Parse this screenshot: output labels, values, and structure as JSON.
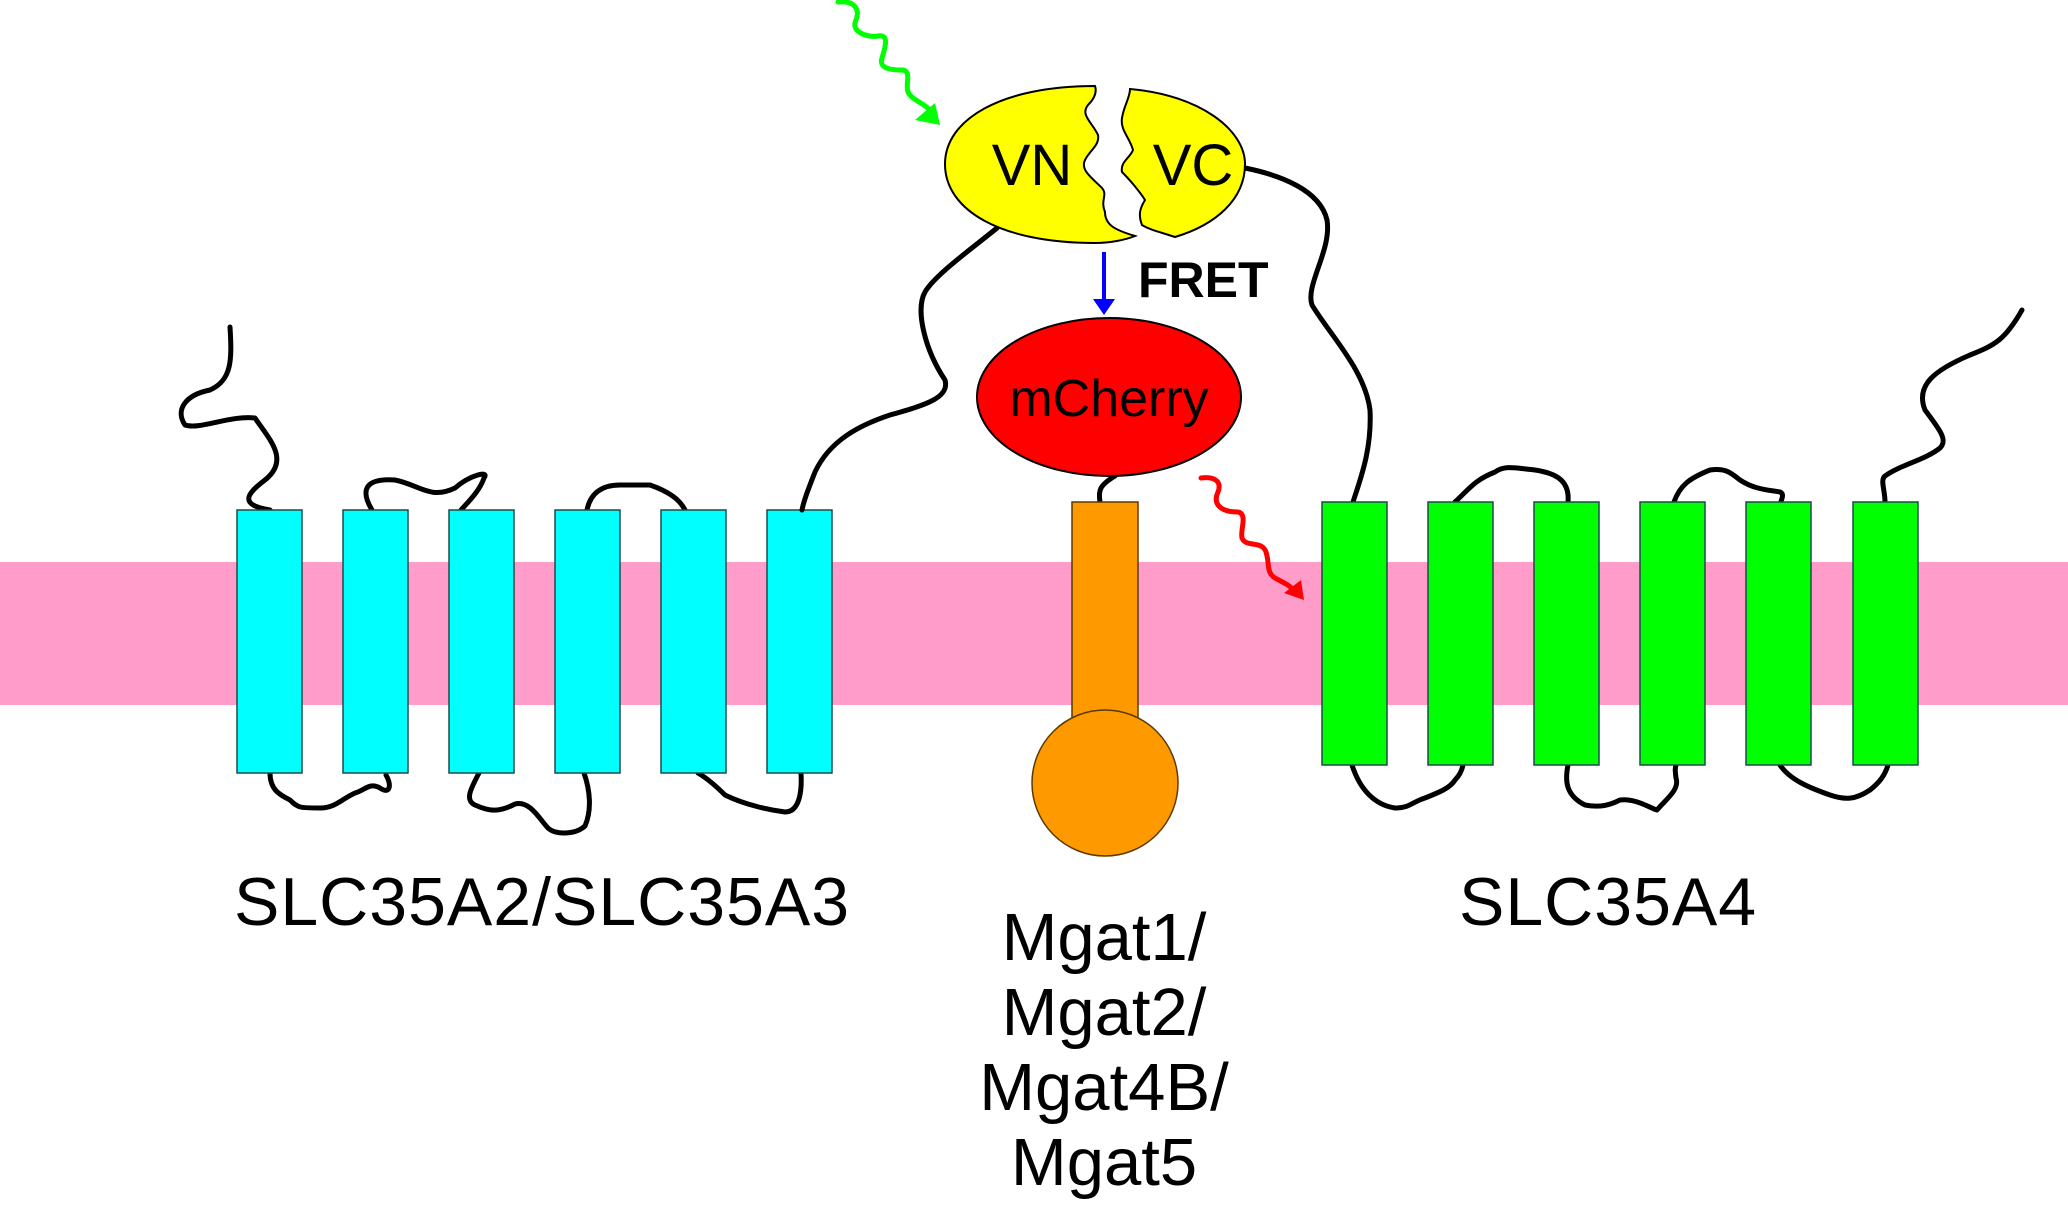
{
  "figure": {
    "type": "membrane protein interaction diagram (BiFC-FRET)",
    "membrane": {
      "color": "#ff9cc9"
    },
    "proteins": {
      "left": {
        "label": "SLC35A2/SLC35A3",
        "transmembrane_helices": 6,
        "color": "#00ffff",
        "tag": "VN"
      },
      "center": {
        "label_lines": [
          "Mgat1/",
          "Mgat2/",
          "Mgat4B/",
          "Mgat5"
        ],
        "color": "#ff9900",
        "tag": "mCherry"
      },
      "right": {
        "label": "SLC35A4",
        "transmembrane_helices": 6,
        "color": "#00ff00",
        "tag": "VC"
      }
    },
    "fluorophores": {
      "venus_n": {
        "label": "VN",
        "color": "#ffff00"
      },
      "venus_c": {
        "label": "VC",
        "color": "#ffff00"
      },
      "mcherry": {
        "label": "mCherry",
        "color": "#ff0000"
      }
    },
    "arrows": {
      "excitation": {
        "color": "#00ff00",
        "meaning": "excitation light"
      },
      "fret": {
        "label": "FRET",
        "color": "#0000ff"
      },
      "emission": {
        "color": "#ff0000",
        "meaning": "emission light"
      }
    }
  }
}
